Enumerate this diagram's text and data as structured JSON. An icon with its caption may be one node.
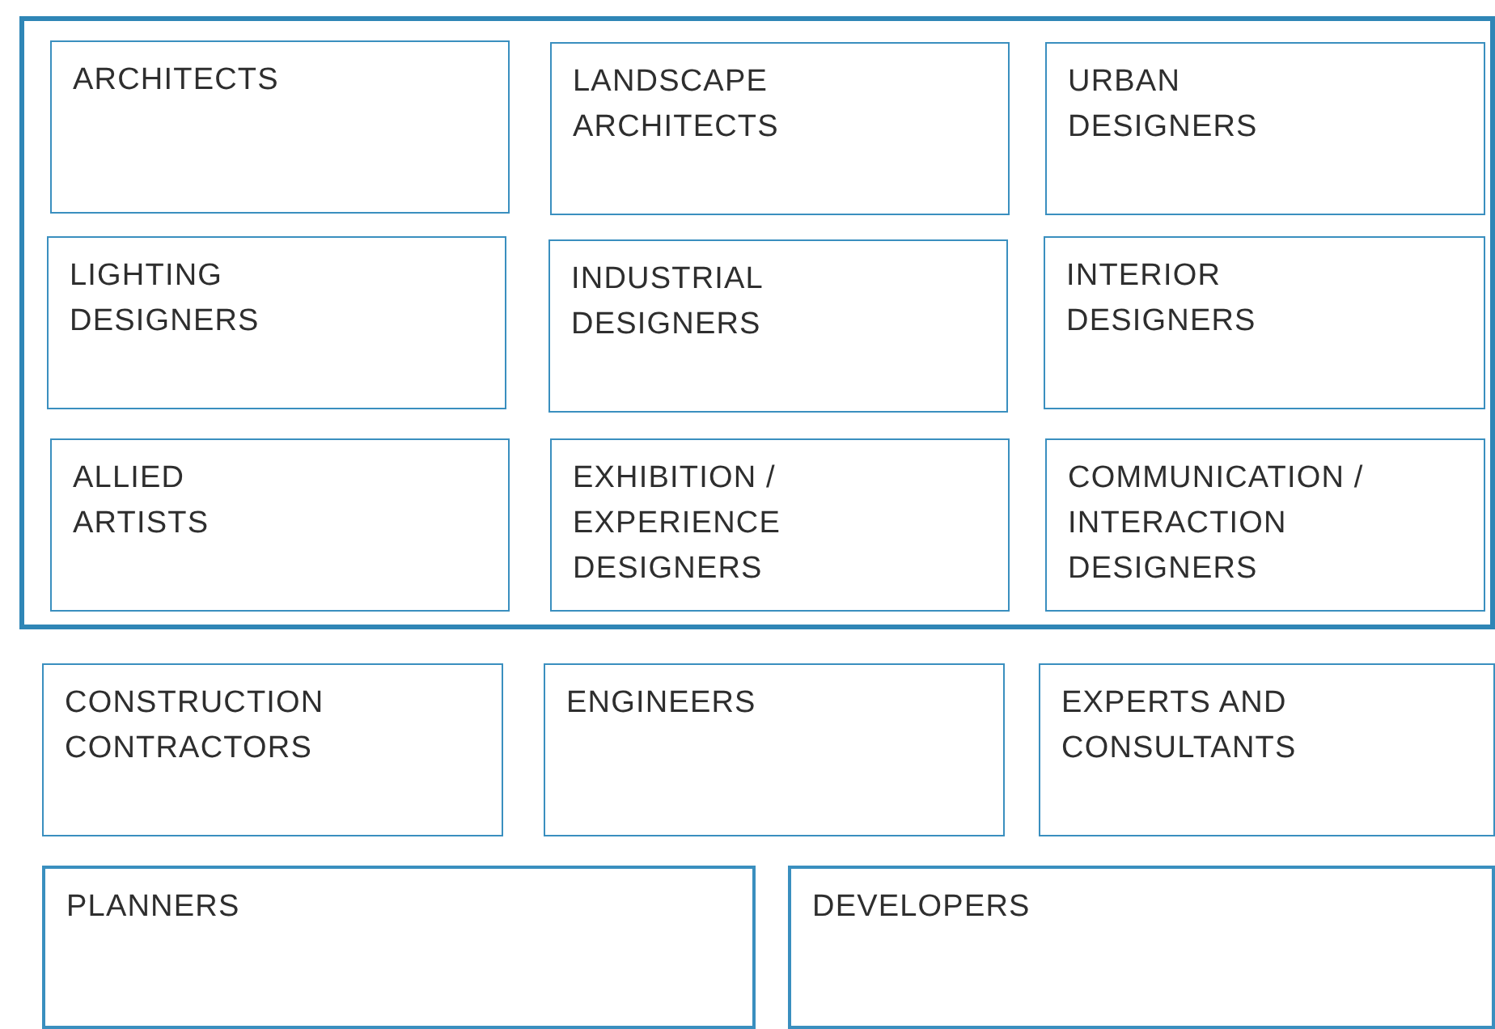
{
  "diagram": {
    "nodes": [
      {
        "text": [],
        "shape": "box"
      },
      {
        "text": [
          "ARCHITECTS"
        ],
        "in": 0
      },
      {
        "text": [
          "LANDSCAPE ARCHITECTS"
        ],
        "in": 0
      },
      {
        "text": [
          "URBAN DESIGNERS"
        ],
        "in": 0
      },
      {
        "text": [
          "LIGHTING DESIGNERS"
        ],
        "in": 0
      },
      {
        "text": [
          "INDUSTRIAL DESIGNERS"
        ],
        "in": 0
      },
      {
        "text": [
          "INTERIOR DESIGNERS"
        ],
        "in": 0
      },
      {
        "text": [
          "ALLIED ARTISTS"
        ],
        "in": 0
      },
      {
        "text": [
          "EXHIBITION / EXPERIENCE DESIGNERS"
        ],
        "in": 0
      },
      {
        "text": [
          "COMMUNICATION / INTERACTION DESIGNERS"
        ],
        "in": 0
      },
      {
        "text": [
          "CONSTRUCTION CONTRACTORS"
        ]
      },
      {
        "text": [
          "ENGINEERS"
        ]
      },
      {
        "text": [
          "EXPERTS AND CONSULTANTS"
        ]
      },
      {
        "text": [
          "PLANNERS"
        ]
      },
      {
        "text": [
          "DEVELOPERS"
        ]
      }
    ]
  }
}
